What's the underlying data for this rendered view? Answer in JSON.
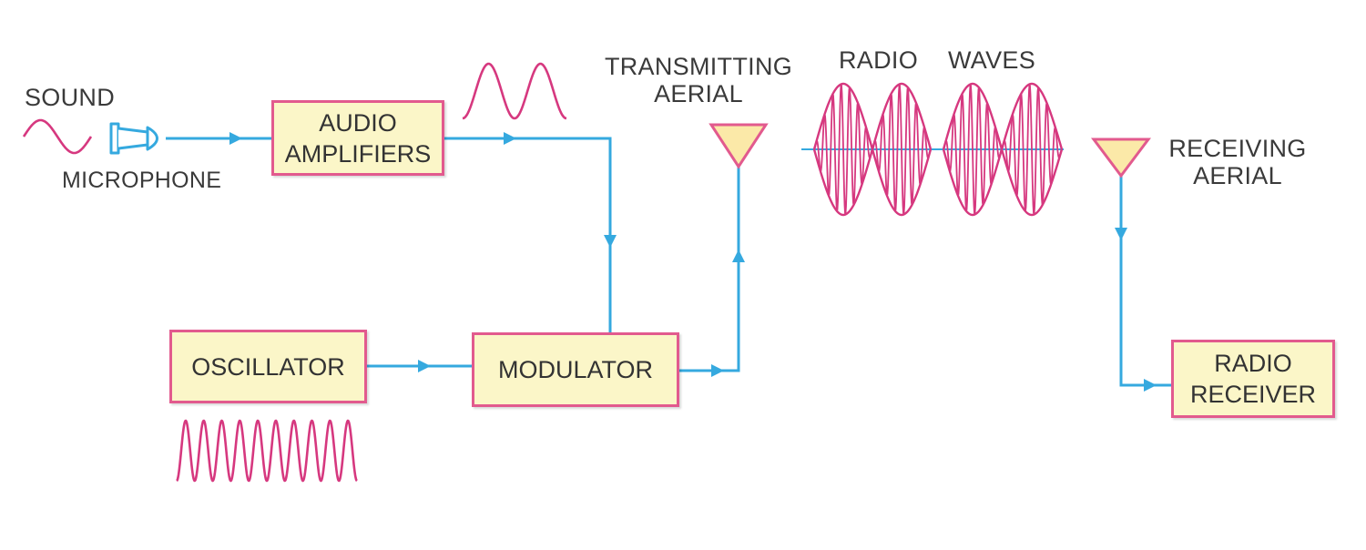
{
  "labels": {
    "sound": "SOUND",
    "microphone": "MICROPHONE",
    "transmitting_aerial": [
      "TRANSMITTING",
      "AERIAL"
    ],
    "radio": "RADIO",
    "waves": "WAVES",
    "receiving_aerial": [
      "RECEIVING",
      "AERIAL"
    ]
  },
  "blocks": {
    "audio_amplifiers": [
      "AUDIO",
      "AMPLIFIERS"
    ],
    "oscillator": [
      "OSCILLATOR"
    ],
    "modulator": [
      "MODULATOR"
    ],
    "radio_receiver": [
      "RADIO",
      "RECEIVER"
    ]
  },
  "colors": {
    "signal_line": "#35a9df",
    "waveform": "#d6387f",
    "block_fill": "#fbf6c8",
    "block_border": "#e25a8e",
    "aerial_fill": "#fbe9a8"
  }
}
